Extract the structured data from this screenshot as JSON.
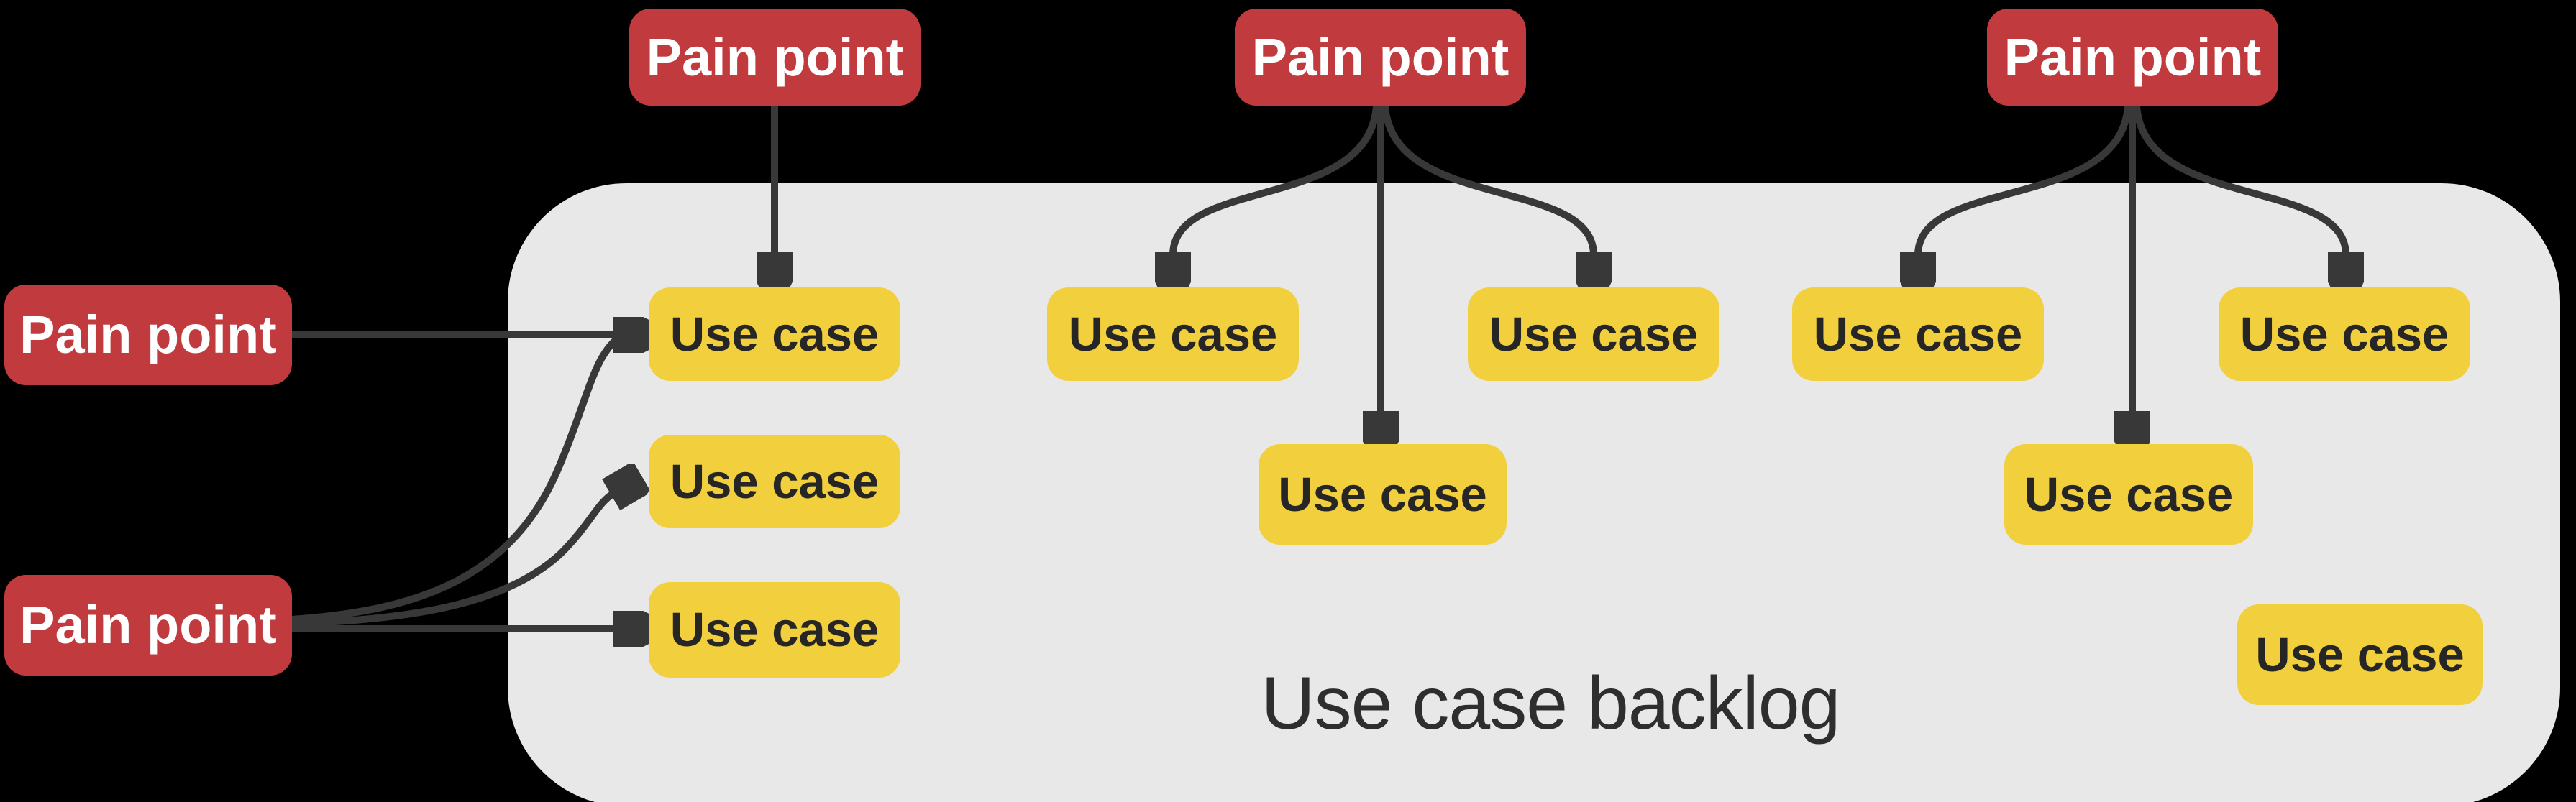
{
  "diagram": {
    "title": "Use case backlog",
    "colors": {
      "background": "#000000",
      "container": "#e8e8e8",
      "pain_point_fill": "#c13b3e",
      "pain_point_text": "#ffffff",
      "use_case_fill": "#f2cf3c",
      "use_case_text": "#262626",
      "edge": "#383838",
      "title_text": "#2e2e2e"
    }
  },
  "nodes": {
    "pain_points": [
      {
        "id": "pp-top-1",
        "label": "Pain point"
      },
      {
        "id": "pp-top-2",
        "label": "Pain point"
      },
      {
        "id": "pp-top-3",
        "label": "Pain point"
      },
      {
        "id": "pp-left-1",
        "label": "Pain point"
      },
      {
        "id": "pp-left-2",
        "label": "Pain point"
      }
    ],
    "use_cases": [
      {
        "id": "uc-a1",
        "label": "Use case"
      },
      {
        "id": "uc-a2",
        "label": "Use case"
      },
      {
        "id": "uc-a3",
        "label": "Use case"
      },
      {
        "id": "uc-m-left",
        "label": "Use case"
      },
      {
        "id": "uc-m-down",
        "label": "Use case"
      },
      {
        "id": "uc-m-right",
        "label": "Use case"
      },
      {
        "id": "uc-r-left",
        "label": "Use case"
      },
      {
        "id": "uc-r-down",
        "label": "Use case"
      },
      {
        "id": "uc-r-right",
        "label": "Use case"
      },
      {
        "id": "uc-orphan",
        "label": "Use case"
      }
    ]
  },
  "edges": [
    {
      "from": "pp-top-1",
      "to": "uc-a1"
    },
    {
      "from": "pp-top-2",
      "to": "uc-m-left"
    },
    {
      "from": "pp-top-2",
      "to": "uc-m-down"
    },
    {
      "from": "pp-top-2",
      "to": "uc-m-right"
    },
    {
      "from": "pp-top-3",
      "to": "uc-r-left"
    },
    {
      "from": "pp-top-3",
      "to": "uc-r-down"
    },
    {
      "from": "pp-top-3",
      "to": "uc-r-right"
    },
    {
      "from": "pp-left-1",
      "to": "uc-a1"
    },
    {
      "from": "pp-left-2",
      "to": "uc-a1"
    },
    {
      "from": "pp-left-2",
      "to": "uc-a2"
    },
    {
      "from": "pp-left-2",
      "to": "uc-a3"
    }
  ]
}
